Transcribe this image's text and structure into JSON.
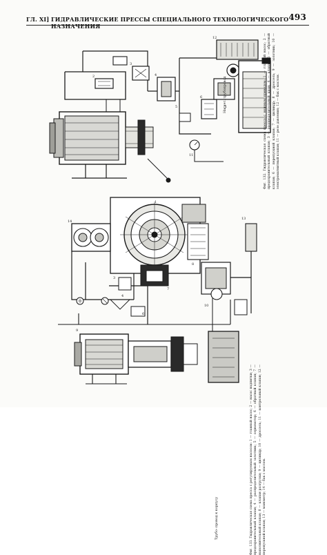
{
  "running_head": {
    "chapter": "ГЛ. XI]",
    "title": "ГИДРАВЛИЧЕСКИЕ ПРЕССЫ СПЕЦИАЛЬНОГО ТЕХНОЛОГИЧЕСКОГО НАЗНАЧЕНИЯ",
    "page_number": "493"
  },
  "figures": {
    "upper": {
      "caption": "Фиг. 132. Гидравлическая схема пресса с ножным приводом: 1 — главный насос; 2 — предохранительный клапан; 3 — распределительный кран; 4 — клапан; 5 — обратный клапан; 6 — перепускной клапан; 7 — цилиндр; 8 — дроссель; 9 — золотник; 10 — электромагнитный клапан; 11 — реле давления; 12 — бак с маслом.",
      "pipe_label": "Нагнет. трубопровод"
    },
    "lower": {
      "caption": "Фиг. 133. Гидравлическая схема пресса с регулируемым насосом: 1 — главный насос; 2 — насос подпитки; 3 — предохранительный клапан; 4 — распределительный золотник; 5 — сервомотор; 6 — обратный клапан; 7 — наполнительный клапан; 8 — клапан разгрузки; 9 — цилиндр; 10 — дроссель; 11 — контрольный клапан; 12 — перепускной клапан; 13 — манометр; 14 — бак с маслом.",
      "pipe_label": "Трубо- провод к корпусу"
    }
  }
}
